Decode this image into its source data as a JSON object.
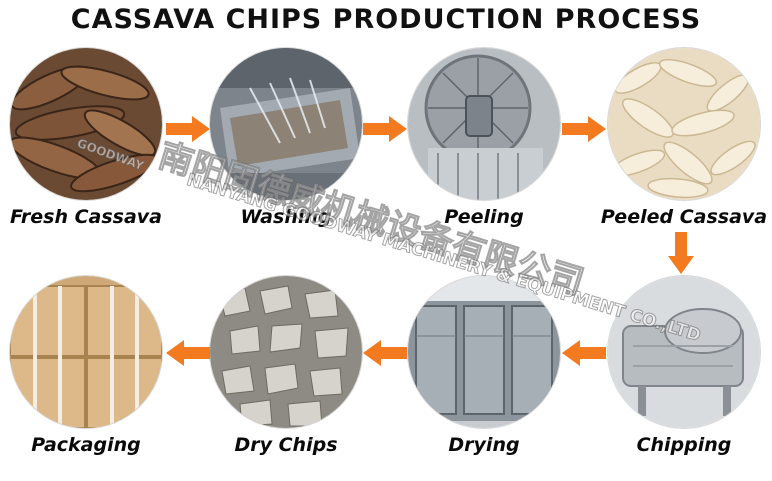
{
  "title": "CASSAVA CHIPS PRODUCTION PROCESS",
  "steps": [
    {
      "label": "Fresh Cassava"
    },
    {
      "label": "Washing"
    },
    {
      "label": "Peeling"
    },
    {
      "label": "Peeled Cassava"
    },
    {
      "label": "Chipping"
    },
    {
      "label": "Drying"
    },
    {
      "label": "Dry Chips"
    },
    {
      "label": "Packaging"
    }
  ],
  "watermark": {
    "logo_text": "GOODWAY",
    "chinese": "南阳固德威机械设备有限公司",
    "english": "NANYANG GOODWAY MACHINERY & EQUIPMENT CO.,LTD"
  },
  "colors": {
    "arrow": "#f47a20",
    "title": "#111111"
  }
}
